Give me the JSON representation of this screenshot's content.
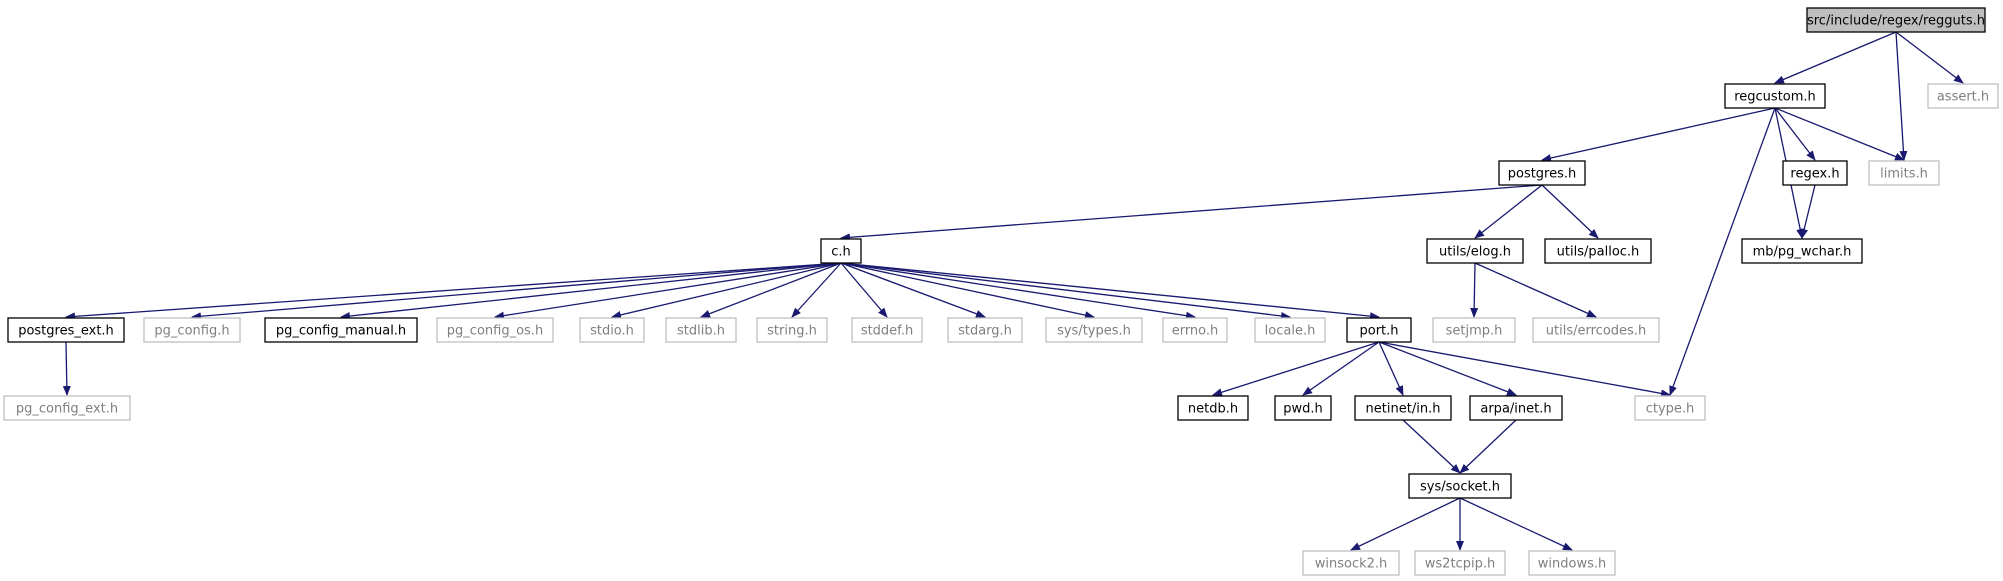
{
  "graph": {
    "nodes": [
      {
        "id": "regguts",
        "label": "src/include/regex/regguts.h",
        "style": "root"
      },
      {
        "id": "regcustom",
        "label": "regcustom.h",
        "style": "black"
      },
      {
        "id": "assert",
        "label": "assert.h",
        "style": "gray"
      },
      {
        "id": "postgres",
        "label": "postgres.h",
        "style": "black"
      },
      {
        "id": "regex",
        "label": "regex.h",
        "style": "black"
      },
      {
        "id": "limits",
        "label": "limits.h",
        "style": "gray"
      },
      {
        "id": "ch",
        "label": "c.h",
        "style": "black"
      },
      {
        "id": "elog",
        "label": "utils/elog.h",
        "style": "black"
      },
      {
        "id": "palloc",
        "label": "utils/palloc.h",
        "style": "black"
      },
      {
        "id": "pgwchar",
        "label": "mb/pg_wchar.h",
        "style": "black"
      },
      {
        "id": "postgres_ext",
        "label": "postgres_ext.h",
        "style": "black"
      },
      {
        "id": "pg_config",
        "label": "pg_config.h",
        "style": "gray"
      },
      {
        "id": "pg_config_manual",
        "label": "pg_config_manual.h",
        "style": "black"
      },
      {
        "id": "pg_config_os",
        "label": "pg_config_os.h",
        "style": "gray"
      },
      {
        "id": "stdio",
        "label": "stdio.h",
        "style": "gray"
      },
      {
        "id": "stdlib",
        "label": "stdlib.h",
        "style": "gray"
      },
      {
        "id": "string",
        "label": "string.h",
        "style": "gray"
      },
      {
        "id": "stddef",
        "label": "stddef.h",
        "style": "gray"
      },
      {
        "id": "stdarg",
        "label": "stdarg.h",
        "style": "gray"
      },
      {
        "id": "systypes",
        "label": "sys/types.h",
        "style": "gray"
      },
      {
        "id": "errno",
        "label": "errno.h",
        "style": "gray"
      },
      {
        "id": "locale",
        "label": "locale.h",
        "style": "gray"
      },
      {
        "id": "port",
        "label": "port.h",
        "style": "black"
      },
      {
        "id": "setjmp",
        "label": "setjmp.h",
        "style": "gray"
      },
      {
        "id": "errcodes",
        "label": "utils/errcodes.h",
        "style": "gray"
      },
      {
        "id": "pg_config_ext",
        "label": "pg_config_ext.h",
        "style": "gray"
      },
      {
        "id": "netdb",
        "label": "netdb.h",
        "style": "black"
      },
      {
        "id": "pwd",
        "label": "pwd.h",
        "style": "black"
      },
      {
        "id": "netinet",
        "label": "netinet/in.h",
        "style": "black"
      },
      {
        "id": "arpainet",
        "label": "arpa/inet.h",
        "style": "black"
      },
      {
        "id": "ctype",
        "label": "ctype.h",
        "style": "gray"
      },
      {
        "id": "syssocket",
        "label": "sys/socket.h",
        "style": "black"
      },
      {
        "id": "winsock2",
        "label": "winsock2.h",
        "style": "gray"
      },
      {
        "id": "ws2tcpip",
        "label": "ws2tcpip.h",
        "style": "gray"
      },
      {
        "id": "windows",
        "label": "windows.h",
        "style": "gray"
      }
    ],
    "edges": [
      [
        "regguts",
        "regcustom"
      ],
      [
        "regguts",
        "assert"
      ],
      [
        "regguts",
        "limits"
      ],
      [
        "regcustom",
        "postgres"
      ],
      [
        "regcustom",
        "regex"
      ],
      [
        "regcustom",
        "limits"
      ],
      [
        "regcustom",
        "pgwchar"
      ],
      [
        "regcustom",
        "ctype"
      ],
      [
        "regex",
        "pgwchar"
      ],
      [
        "postgres",
        "ch"
      ],
      [
        "postgres",
        "elog"
      ],
      [
        "postgres",
        "palloc"
      ],
      [
        "ch",
        "postgres_ext"
      ],
      [
        "ch",
        "pg_config"
      ],
      [
        "ch",
        "pg_config_manual"
      ],
      [
        "ch",
        "pg_config_os"
      ],
      [
        "ch",
        "stdio"
      ],
      [
        "ch",
        "stdlib"
      ],
      [
        "ch",
        "string"
      ],
      [
        "ch",
        "stddef"
      ],
      [
        "ch",
        "stdarg"
      ],
      [
        "ch",
        "systypes"
      ],
      [
        "ch",
        "errno"
      ],
      [
        "ch",
        "locale"
      ],
      [
        "ch",
        "port"
      ],
      [
        "elog",
        "setjmp"
      ],
      [
        "elog",
        "errcodes"
      ],
      [
        "postgres_ext",
        "pg_config_ext"
      ],
      [
        "port",
        "netdb"
      ],
      [
        "port",
        "pwd"
      ],
      [
        "port",
        "netinet"
      ],
      [
        "port",
        "arpainet"
      ],
      [
        "port",
        "ctype"
      ],
      [
        "netinet",
        "syssocket"
      ],
      [
        "arpainet",
        "syssocket"
      ],
      [
        "syssocket",
        "winsock2"
      ],
      [
        "syssocket",
        "ws2tcpip"
      ],
      [
        "syssocket",
        "windows"
      ]
    ]
  },
  "colors": {
    "edge": "#191970",
    "node_border_black": "#000000",
    "node_border_gray": "#bfbfbf",
    "node_text_gray": "#7f7f7f",
    "root_fill": "#bfbfbf"
  }
}
